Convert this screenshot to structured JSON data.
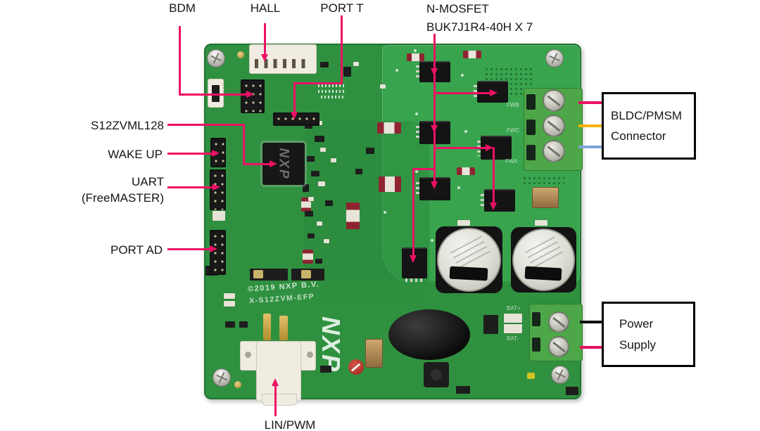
{
  "annotations": {
    "bdm": "BDM",
    "hall": "HALL",
    "port_t": "PORT T",
    "n_mosfet": {
      "line1": "N-MOSFET",
      "line2": "BUK7J1R4-40H X 7"
    },
    "s12zvml128": "S12ZVML128",
    "wake_up": "WAKE UP",
    "uart": {
      "line1": "UART",
      "line2": "(FreeMASTER)"
    },
    "port_ad": "PORT AD",
    "lin_pwm": "LIN/PWM",
    "bldc_connector": {
      "line1": "BLDC/PMSM",
      "line2": "Connector"
    },
    "power_supply": {
      "line1": "Power",
      "line2": "Supply"
    }
  },
  "board_silk": {
    "copyright": "©2019 NXP B.V.",
    "model": "X-S12ZVM-EFP",
    "logo": "NXP",
    "mcu_marking": "NXP",
    "phase_labels": [
      "FWB",
      "FWC",
      "FWA"
    ],
    "battery_labels": [
      "BAT+",
      "BAT-"
    ]
  },
  "colors": {
    "annotation-pink": "#ED1164",
    "wire-yellow": "#F6B40A",
    "wire-blue": "#7EA6D8",
    "wire-black": "#111111",
    "pcb-green": "#2F9140",
    "pcb-green-light": "#38A44E",
    "pcb-green-dark": "#2A8A3C",
    "terminal-green": "#4DA647",
    "box-border": "#000000"
  }
}
